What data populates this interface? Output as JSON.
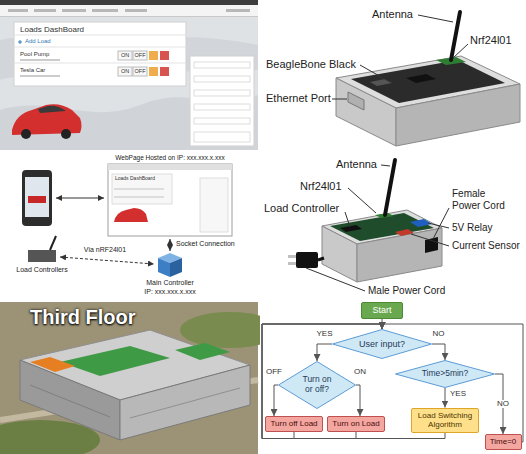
{
  "diagram": {
    "nodes": [
      {
        "text": [
          "Start"
        ]
      },
      {
        "text": [
          "User input?"
        ]
      },
      {
        "text": [
          "Turn on or off?"
        ]
      },
      {
        "text": [
          "Turn off Load"
        ]
      },
      {
        "text": [
          "Turn on Load"
        ]
      },
      {
        "text": [
          "Time>5min?"
        ]
      },
      {
        "text": [
          "Load Switching Algorithm"
        ]
      },
      {
        "text": [
          "Time=0"
        ]
      }
    ],
    "edges": [
      {
        "from": 0,
        "to": 1,
        "arrow": "to"
      },
      {
        "from": 1,
        "to": 2,
        "label": "YES",
        "arrow": "to"
      },
      {
        "from": 1,
        "to": 5,
        "label": "NO",
        "arrow": "to"
      },
      {
        "from": 2,
        "to": 3,
        "label": "OFF",
        "arrow": "to"
      },
      {
        "from": 2,
        "to": 4,
        "label": "ON",
        "arrow": "to"
      },
      {
        "from": 5,
        "to": 6,
        "label": "YES",
        "arrow": "to"
      },
      {
        "from": 5,
        "to": 7,
        "label": "NO",
        "arrow": "to"
      },
      {
        "from": 7,
        "to": 1,
        "arrow": "to"
      },
      {
        "from": 3,
        "to": 1,
        "arrow": "to"
      },
      {
        "from": 4,
        "to": 1,
        "arrow": "to"
      },
      {
        "from": 6,
        "to": 1,
        "arrow": "to"
      }
    ],
    "labels": [
      "Loads DashBoard",
      "Add Load",
      "Pool Pump",
      "ON",
      "OFF",
      "Tesla Car",
      "ON",
      "OFF",
      "Antenna",
      "Nrf24l01",
      "BeagleBone Black",
      "Ethernet Port",
      "WebPage Hosted on IP: xxx.xxx.x.xxx",
      "Loads DashBoard",
      "Socket Connection",
      "Via nRF24l01",
      "Load Controllers",
      "Main Controller",
      "IP: xxx.xxx.x.xxx",
      "Antenna",
      "Nrf24l01",
      "Load Controller",
      "Female Power Cord",
      "5V Relay",
      "Current Sensor",
      "Male Power Cord",
      "Third Floor"
    ]
  }
}
